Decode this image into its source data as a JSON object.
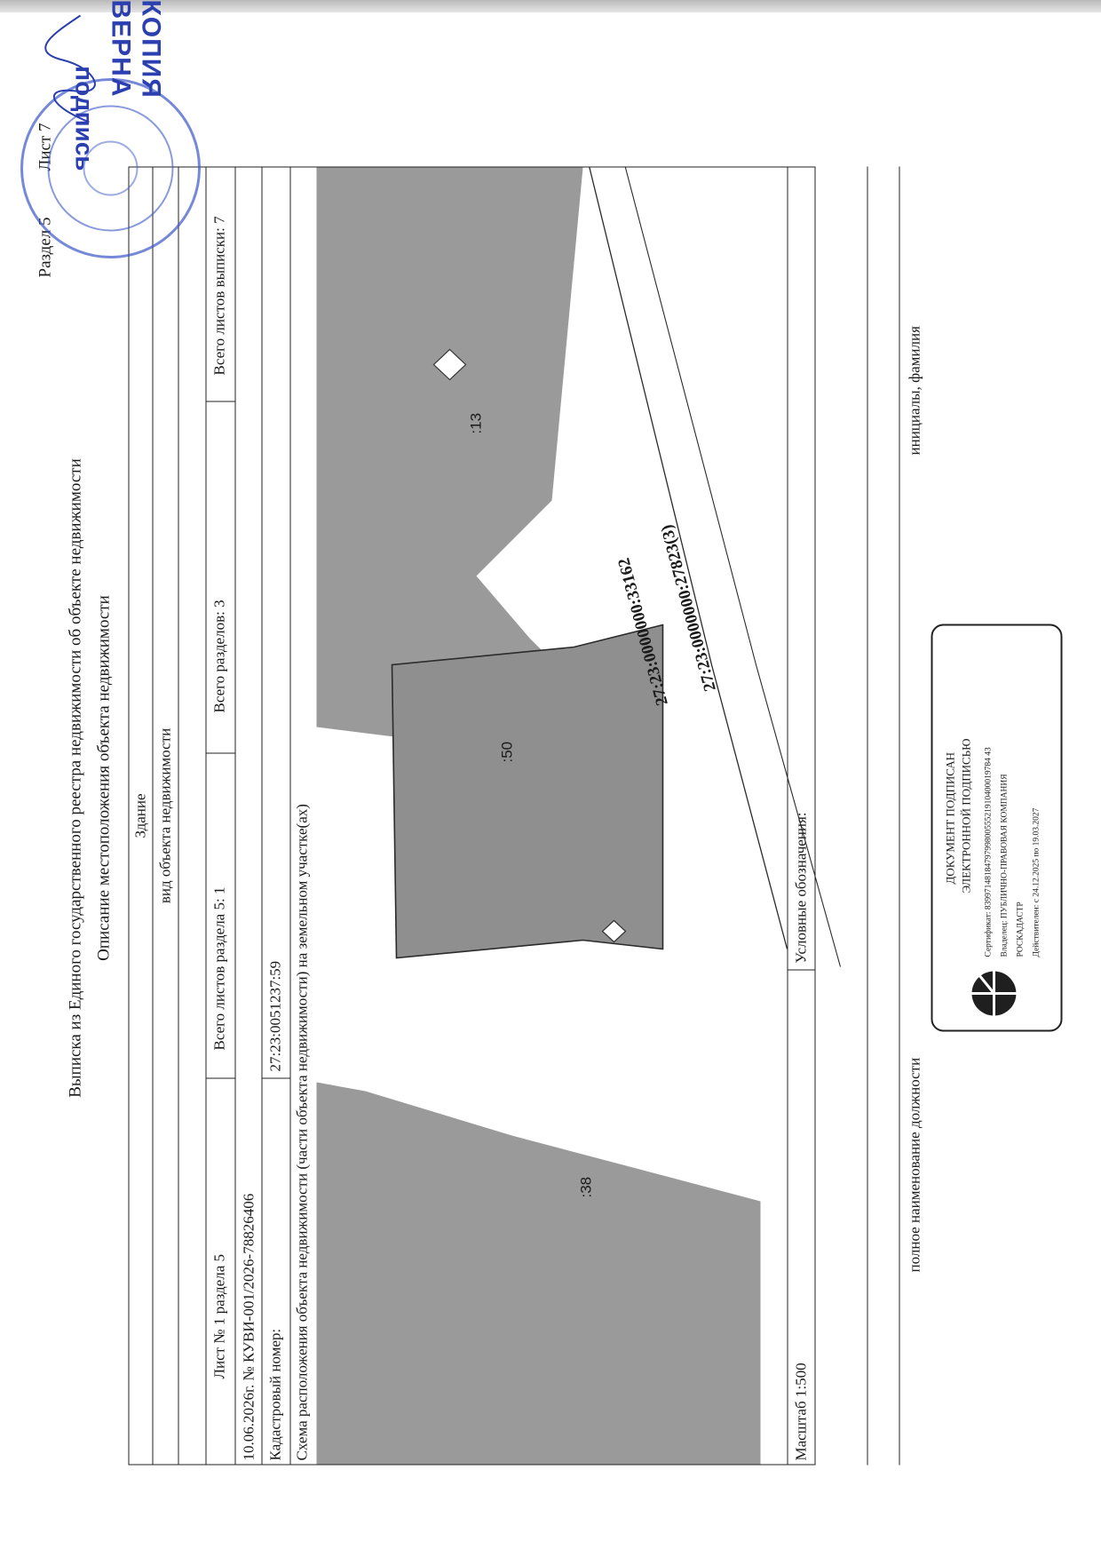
{
  "page_header": {
    "section": "Раздел 5",
    "sheet": "Лист 7"
  },
  "title": {
    "line1": "Выписка из Единого государственного реестра недвижимости об объекте недвижимости",
    "line2": "Описание местоположения объекта недвижимости"
  },
  "object": {
    "type_value": "Здание",
    "type_caption": "вид объекта недвижимости"
  },
  "sheet_info": {
    "sheet_of_section": "Лист № 1 раздела 5",
    "total_sheets_section": "Всего листов раздела 5: 1",
    "total_sections": "Всего разделов: 3",
    "total_sheets": "Всего листов выписки: 7"
  },
  "record": {
    "date_number": "10.06.2026г. № КУВИ-001/2026-78826406",
    "cadastral_label": "Кадастровый номер:",
    "cadastral_value": "27:23:0051237:59"
  },
  "scheme": {
    "caption": "Схема расположения объекта недвижимости (части объекта недвижимости) на земельном участке(ах)"
  },
  "map": {
    "labels": {
      "parcel_13": ":13",
      "parcel_50": ":50",
      "parcel_38": ":38",
      "road_1": "27:23:0000000:33162",
      "road_2": "27:23:0000000:27823(3)"
    },
    "colors": {
      "parcel_fill": "#9a9a9a",
      "building_fill": "#8c8c8c",
      "outline": "#2b2b2b"
    }
  },
  "footer": {
    "scale": "Масштаб 1:500",
    "legend": "Условные обозначения:"
  },
  "signature_block": {
    "position_caption": "полное наименование должности",
    "name_caption": "инициалы, фамилия"
  },
  "e_signature": {
    "title1": "ДОКУМЕНТ ПОДПИСАН",
    "title2": "ЭЛЕКТРОННОЙ ПОДПИСЬЮ",
    "certificate": "Сертификат: 839971481847979980055521910400019784 43",
    "owner": "Владелец: ПУБЛИЧНО-ПРАВОВАЯ КОМПАНИЯ",
    "owner2": "РОСКАДАСТР",
    "valid": "Действителен: с 24.12.2025 по 19.03.2027"
  },
  "stamp": {
    "copy_text": "КОПИЯ ВЕРНА",
    "sign_text": "подпись",
    "color": "#2c3fb0"
  }
}
